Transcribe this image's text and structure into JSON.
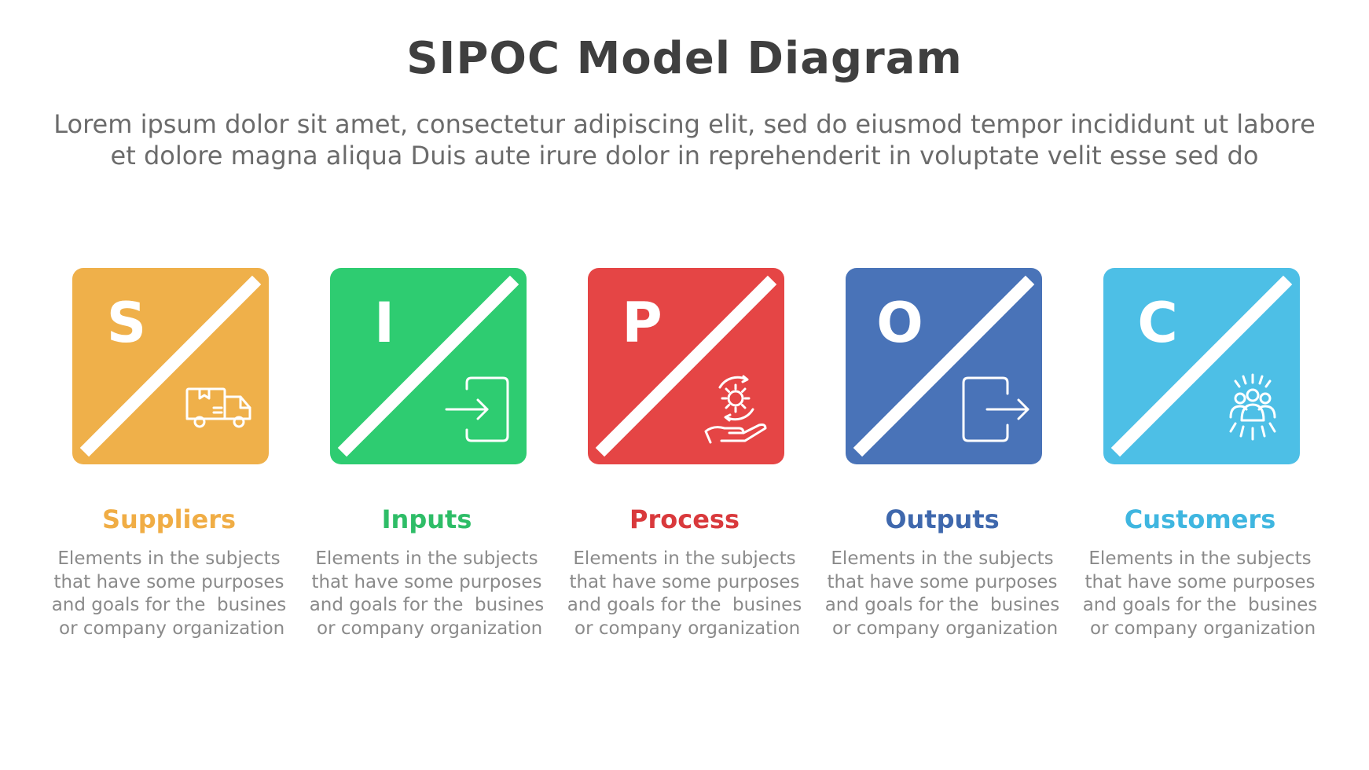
{
  "header": {
    "title": "SIPOC Model Diagram",
    "subtitle_line1": "Lorem ipsum dolor sit amet, consectetur adipiscing elit, sed do eiusmod tempor incididunt ut labore",
    "subtitle_line2": "et dolore magna aliqua Duis aute irure dolor in reprehenderit in voluptate velit esse sed do"
  },
  "steps": [
    {
      "letter": "S",
      "title": "Suppliers",
      "desc": [
        "Elements in the subjects",
        "that have some purposes",
        "and goals for the  busines",
        " or company organization"
      ],
      "color": "#efb04a",
      "text_color": "#f0ad45",
      "icon": "delivery-truck-icon"
    },
    {
      "letter": "I",
      "title": "Inputs",
      "desc": [
        "Elements in the subjects",
        "that have some purposes",
        "and goals for the  busines",
        " or company organization"
      ],
      "color": "#2ecc71",
      "text_color": "#2ebd67",
      "icon": "login-arrow-icon"
    },
    {
      "letter": "P",
      "title": "Process",
      "desc": [
        "Elements in the subjects",
        "that have some purposes",
        "and goals for the  busines",
        " or company organization"
      ],
      "color": "#e54545",
      "text_color": "#d9393c",
      "icon": "gear-on-hand-icon"
    },
    {
      "letter": "O",
      "title": "Outputs",
      "desc": [
        "Elements in the subjects",
        "that have some purposes",
        "and goals for the  busines",
        " or company organization"
      ],
      "color": "#4973b8",
      "text_color": "#3f68ad",
      "icon": "logout-arrow-icon"
    },
    {
      "letter": "C",
      "title": "Customers",
      "desc": [
        "Elements in the subjects",
        "that have some purposes",
        "and goals for the  busines",
        " or company organization"
      ],
      "color": "#4dbfe6",
      "text_color": "#3fb6e0",
      "icon": "customers-group-icon"
    }
  ]
}
